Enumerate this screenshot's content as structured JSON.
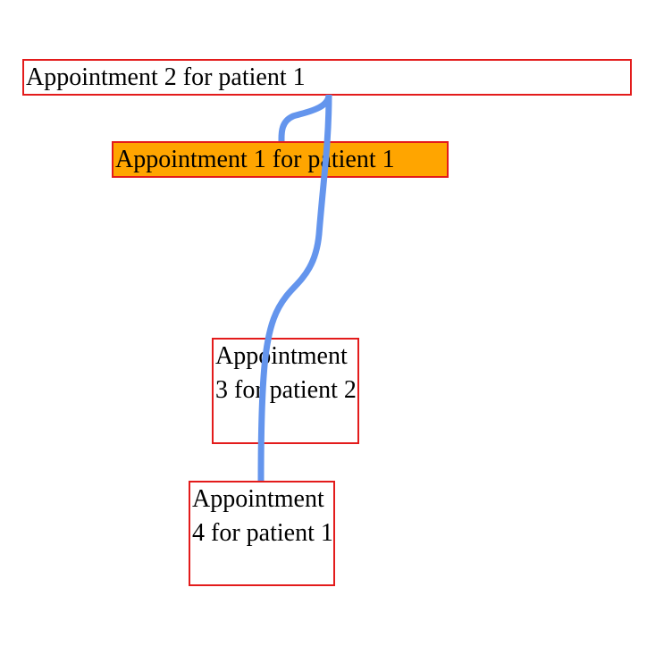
{
  "appointments": [
    {
      "id": "appt-2",
      "label": "Appointment 2 for patient 1",
      "highlighted": false
    },
    {
      "id": "appt-1",
      "label": "Appointment 1 for patient 1",
      "highlighted": true
    },
    {
      "id": "appt-3",
      "label": "Appointment 3 for patient 2",
      "highlighted": false
    },
    {
      "id": "appt-4",
      "label": "Appointment 4 for patient 1",
      "highlighted": false
    }
  ],
  "links": [
    {
      "from": "appointment-2",
      "to": "appointment-1"
    },
    {
      "from": "appointment-2",
      "to": "appointment-4"
    }
  ],
  "colors": {
    "node_border": "#e31b1b",
    "highlight_fill": "#ffa500",
    "link_stroke": "#6495ed",
    "text": "#000000"
  }
}
